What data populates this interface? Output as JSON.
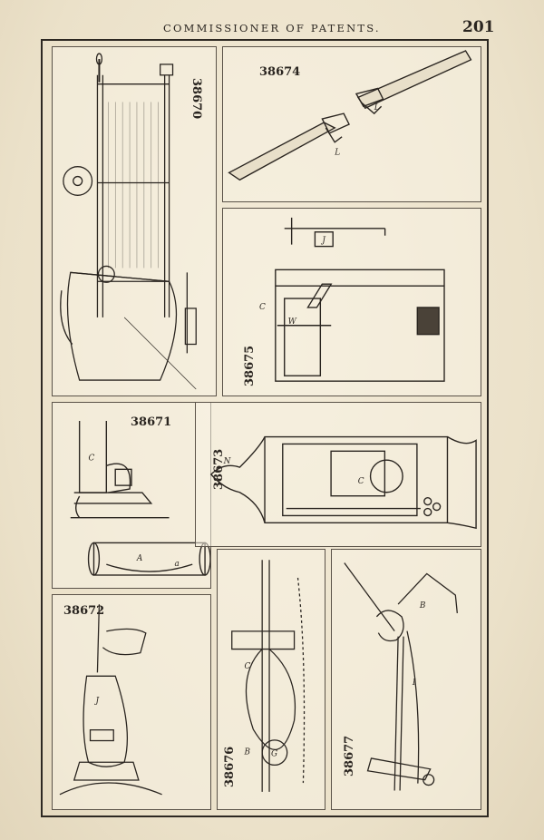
{
  "header": {
    "running_head": "COMMISSIONER OF PATENTS.",
    "page_number": "201"
  },
  "figures": [
    {
      "id": "fig-38670",
      "patent_number": "38670"
    },
    {
      "id": "fig-38674",
      "patent_number": "38674"
    },
    {
      "id": "fig-38675",
      "patent_number": "38675"
    },
    {
      "id": "fig-38671",
      "patent_number": "38671"
    },
    {
      "id": "fig-38673",
      "patent_number": "38673"
    },
    {
      "id": "fig-38672",
      "patent_number": "38672"
    },
    {
      "id": "fig-38676",
      "patent_number": "38676"
    },
    {
      "id": "fig-38677",
      "patent_number": "38677"
    }
  ]
}
